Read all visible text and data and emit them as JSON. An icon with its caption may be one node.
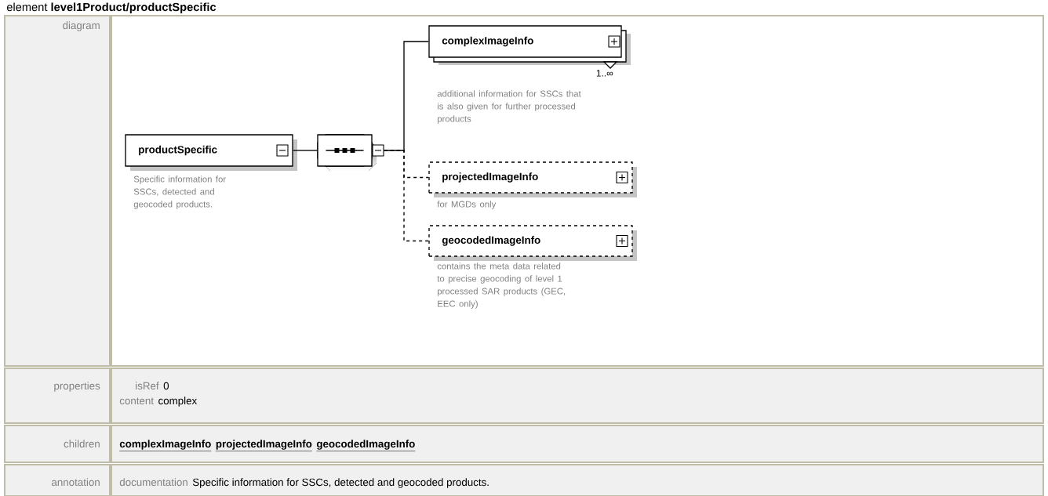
{
  "diagram": {
    "title": "element **level1Product/productSpecific**",
    "nodes": [
      {
        "text": [
          "productSpecific"
        ],
        "beside": [
          "Specific information for SSCs, detected and geocoded products."
        ]
      },
      {
        "text": [],
        "shape": "octagon"
      },
      {
        "text": [
          "complexImageInfo"
        ],
        "beside": [
          "1..∞",
          "additional information for SSCs that is also given for further processed products"
        ]
      },
      {
        "text": [
          "projectedImageInfo"
        ],
        "beside": [
          "for MGDs only"
        ]
      },
      {
        "text": [
          "geocodedImageInfo"
        ],
        "beside": [
          "contains the meta data related to precise geocoding of level 1 processed SAR products (GEC, EEC only)"
        ]
      }
    ],
    "edges": [
      {
        "from": 0,
        "to": 1,
        "arrow": "none"
      },
      {
        "from": 1,
        "to": 2,
        "arrow": "none"
      },
      {
        "from": 1,
        "to": 3,
        "arrow": "none",
        "style": "dashed"
      },
      {
        "from": 1,
        "to": 4,
        "arrow": "none",
        "style": "dashed"
      }
    ],
    "labels": [
      "diagram",
      "properties",
      "isRef",
      "0",
      "content",
      "complex",
      "children",
      "complexImageInfo",
      "projectedImageInfo",
      "geocodedImageInfo",
      "annotation",
      "documentation",
      "Specific information for SSCs, detected and geocoded products."
    ]
  }
}
